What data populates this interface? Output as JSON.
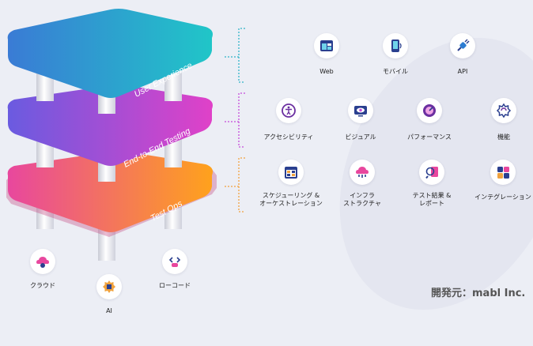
{
  "layers": [
    {
      "label": "User Experience",
      "colors": [
        "#3a7bd5",
        "#20c6c8"
      ]
    },
    {
      "label": "End-to-End Testing",
      "colors": [
        "#6a5be0",
        "#e041c8"
      ]
    },
    {
      "label": "Test Ops",
      "colors": [
        "#e8479e",
        "#ffa21c"
      ]
    }
  ],
  "groups": {
    "ux": {
      "color": "#2fb3c8",
      "items": [
        {
          "label": "Web",
          "icon": "web-icon"
        },
        {
          "label": "モバイル",
          "icon": "mobile-icon"
        },
        {
          "label": "API",
          "icon": "api-icon"
        }
      ]
    },
    "e2e": {
      "color": "#c54bd9",
      "items": [
        {
          "label": "アクセシビリティ",
          "icon": "accessibility-icon"
        },
        {
          "label": "ビジュアル",
          "icon": "visual-icon"
        },
        {
          "label": "パフォーマンス",
          "icon": "performance-icon"
        },
        {
          "label": "機能",
          "icon": "function-icon"
        }
      ]
    },
    "ops": {
      "color": "#f3a23e",
      "items": [
        {
          "label": [
            "スケジューリング &",
            "オーケストレーション"
          ],
          "icon": "scheduling-icon"
        },
        {
          "label": [
            "インフラ",
            "ストラクチャ"
          ],
          "icon": "infrastructure-icon"
        },
        {
          "label": [
            "テスト結果 &",
            "レポート"
          ],
          "icon": "test-results-icon"
        },
        {
          "label": "インテグレーション",
          "icon": "integration-icon"
        }
      ]
    }
  },
  "base": [
    {
      "label": "クラウド",
      "icon": "cloud-icon"
    },
    {
      "label": "AI",
      "icon": "ai-icon"
    },
    {
      "label": "ローコード",
      "icon": "low-code-icon"
    }
  ],
  "credit": "開発元：mabl Inc."
}
